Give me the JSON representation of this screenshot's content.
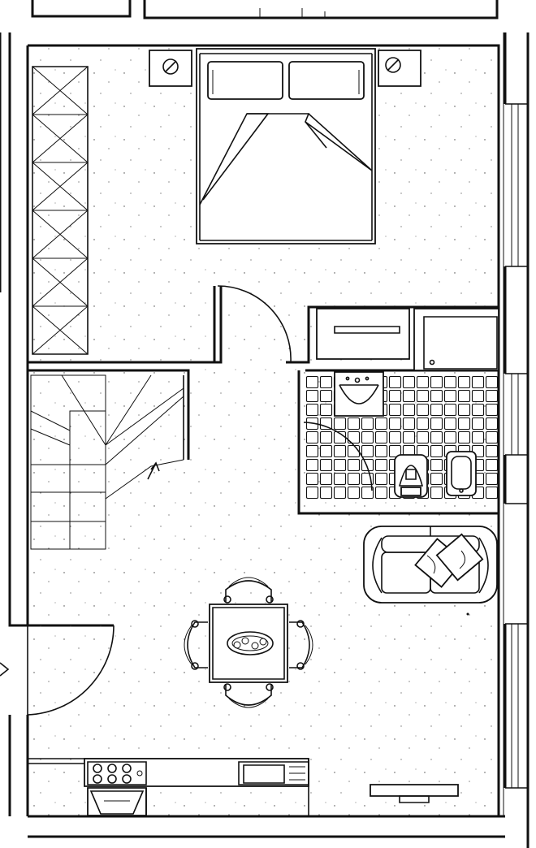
{
  "drawing": {
    "type": "floor plan",
    "line_color": "#111111",
    "paper_color": "#ffffff",
    "text_labels": []
  },
  "rooms": [
    "bedroom",
    "stair",
    "bathroom",
    "living-dining",
    "kitchen"
  ],
  "fixtures": {
    "bedroom": [
      "double-bed",
      "pillow",
      "pillow",
      "nightstand",
      "nightstand",
      "wardrobe"
    ],
    "bathroom": [
      "washbasin",
      "toilet",
      "bidet",
      "shower-tray",
      "cabinet"
    ],
    "living": [
      "sofa",
      "cushion",
      "cushion",
      "dining-table",
      "chair",
      "chair",
      "chair",
      "chair",
      "fruit-bowl"
    ],
    "kitchen": [
      "cooktop",
      "sink",
      "oven-hood",
      "counter",
      "tv-stand"
    ]
  },
  "icons": {
    "entrance": "entrance-arrow-icon"
  }
}
